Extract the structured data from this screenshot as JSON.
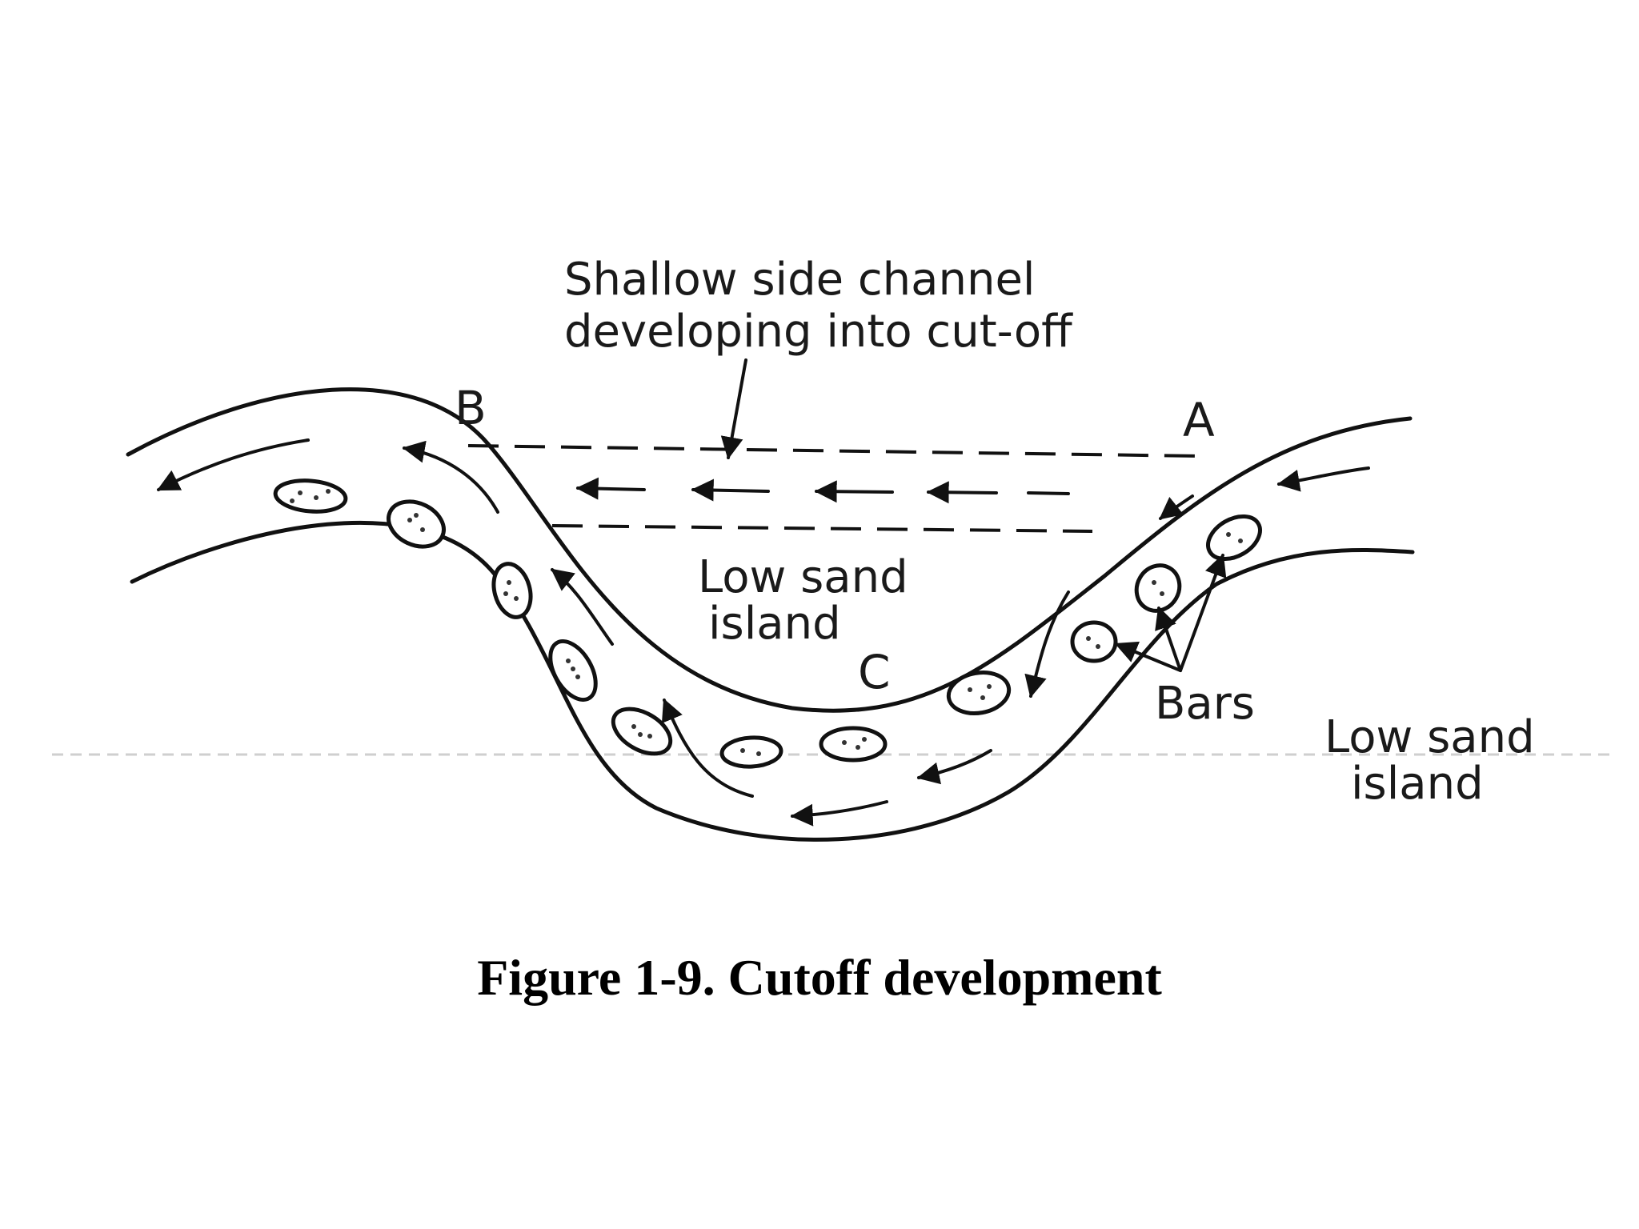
{
  "labels": {
    "side_channel_line1": "Shallow side channel",
    "side_channel_line2": "developing into cut-off",
    "point_a": "A",
    "point_b": "B",
    "point_c": "C",
    "low_sand_island_center_line1": "Low sand",
    "low_sand_island_center_line2": "island",
    "bars": "Bars",
    "low_sand_island_right_line1": "Low sand",
    "low_sand_island_right_line2": "island"
  },
  "caption": "Figure 1-9. Cutoff development"
}
